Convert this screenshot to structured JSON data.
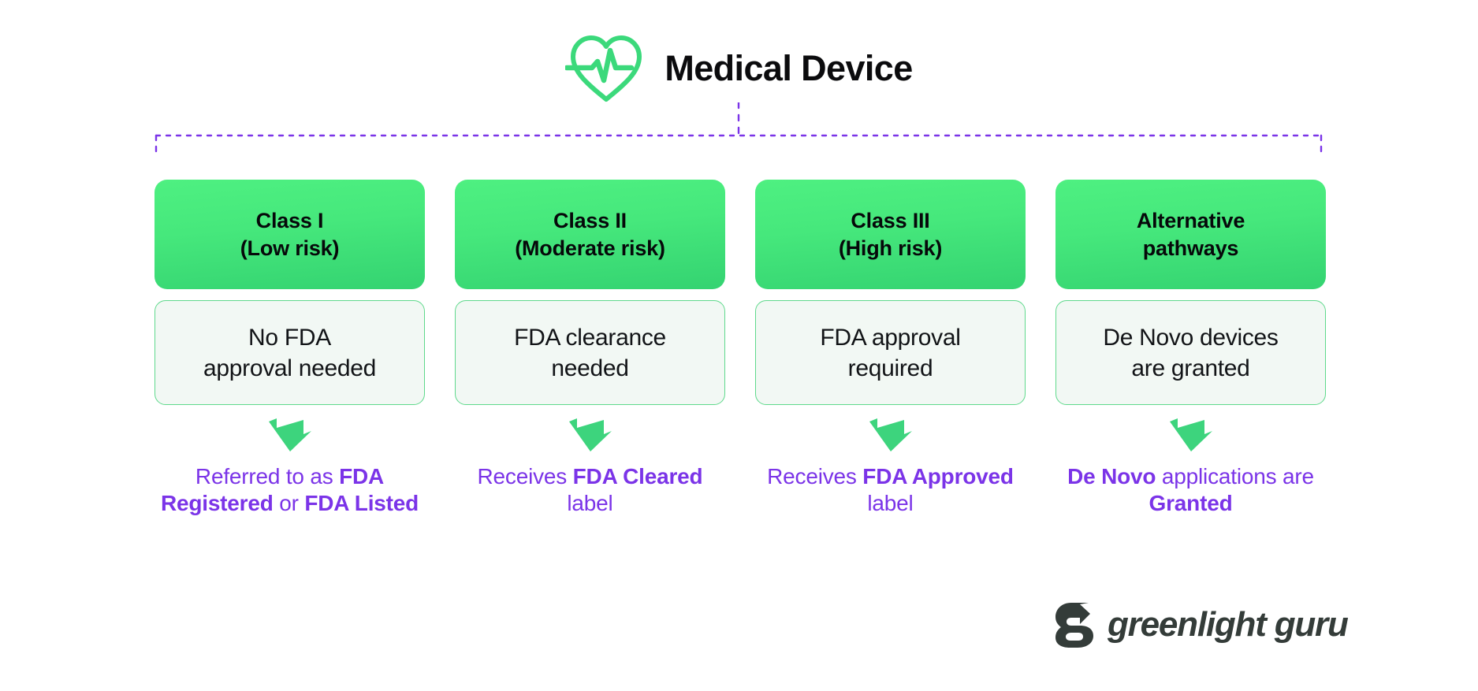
{
  "header": {
    "title": "Medical Device",
    "icon": "heart-pulse-icon"
  },
  "theme": {
    "green_light": "#4ef081",
    "green_dark": "#34d371",
    "green_border": "#5fd98c",
    "body_fill": "#f2f8f4",
    "purple": "#7b34e8",
    "connector": "#7b34e8",
    "logo_color": "#343c39",
    "text_dark": "#0b0b0d"
  },
  "columns": [
    {
      "header_lines": [
        "Class I",
        "(Low risk)"
      ],
      "body_lines": [
        "No FDA",
        "approval needed"
      ],
      "arrow": "down-arrow-icon",
      "outcome_html": "Referred to as <b>FDA Registered</b> or <b>FDA Listed</b>",
      "outcome_text": "Referred to as FDA Registered or FDA Listed"
    },
    {
      "header_lines": [
        "Class II",
        "(Moderate risk)"
      ],
      "body_lines": [
        "FDA clearance",
        "needed"
      ],
      "arrow": "down-arrow-icon",
      "outcome_html": "Receives <b>FDA Cleared</b> label",
      "outcome_text": "Receives FDA Cleared label"
    },
    {
      "header_lines": [
        "Class III",
        "(High risk)"
      ],
      "body_lines": [
        "FDA approval",
        "required"
      ],
      "arrow": "down-arrow-icon",
      "outcome_html": "Receives <b>FDA Approved</b> label",
      "outcome_text": "Receives FDA Approved label"
    },
    {
      "header_lines": [
        "Alternative",
        "pathways"
      ],
      "body_lines": [
        "De Novo devices",
        "are granted"
      ],
      "arrow": "down-arrow-icon",
      "outcome_html": "<b>De Novo</b> applications are <b>Granted</b>",
      "outcome_text": "De Novo applications are Granted"
    }
  ],
  "logo": {
    "mark": "greenlight-guru-g-mark",
    "text": "greenlight guru"
  }
}
